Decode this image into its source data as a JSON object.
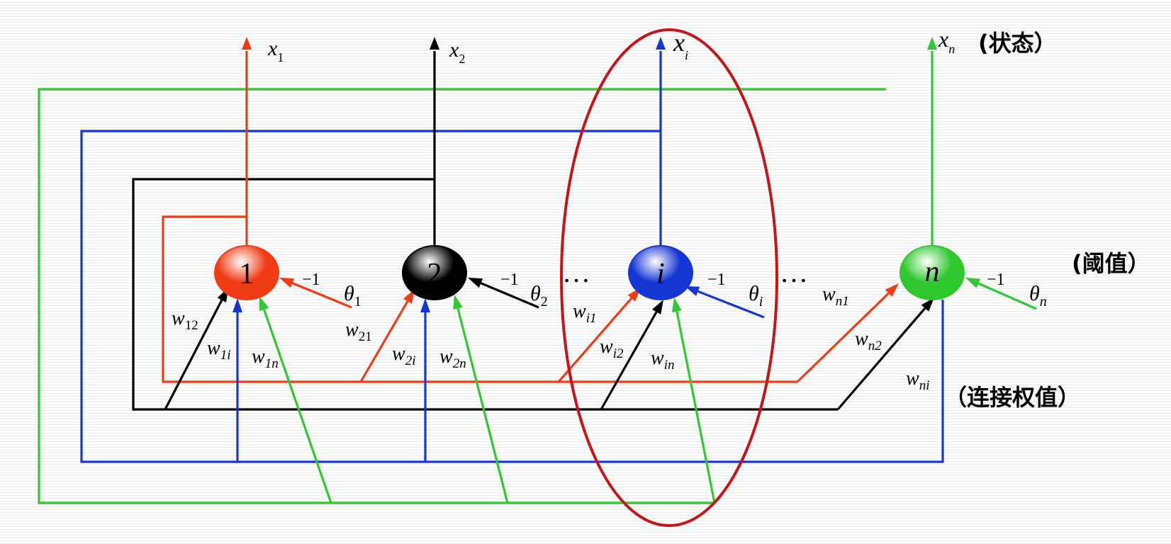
{
  "colors": {
    "neuron_1": "#f03c14",
    "neuron_2": "#000000",
    "neuron_i": "#1436d2",
    "neuron_n": "#2fc82f",
    "highlight_ellipse": "#c81414"
  },
  "neurons": [
    {
      "key": "n1",
      "label": "1",
      "output_sym": "x",
      "output_sub": "1",
      "theta_sym": "θ",
      "theta_sub": "1",
      "bias": "−1"
    },
    {
      "key": "n2",
      "label": "2",
      "output_sym": "x",
      "output_sub": "2",
      "theta_sym": "θ",
      "theta_sub": "2",
      "bias": "−1"
    },
    {
      "key": "ni",
      "label": "i",
      "output_sym": "x",
      "output_sub": "i",
      "theta_sym": "θ",
      "theta_sub": "i",
      "bias": "−1"
    },
    {
      "key": "nn",
      "label": "n",
      "output_sym": "x",
      "output_sub": "n",
      "theta_sym": "θ",
      "theta_sub": "n",
      "bias": "−1"
    }
  ],
  "ellipsis": "…",
  "weights": [
    {
      "sym": "w",
      "sub": "12"
    },
    {
      "sym": "w",
      "sub": "1i"
    },
    {
      "sym": "w",
      "sub": "1n"
    },
    {
      "sym": "w",
      "sub": "21"
    },
    {
      "sym": "w",
      "sub": "2i"
    },
    {
      "sym": "w",
      "sub": "2n"
    },
    {
      "sym": "w",
      "sub": "i1"
    },
    {
      "sym": "w",
      "sub": "i2"
    },
    {
      "sym": "w",
      "sub": "in"
    },
    {
      "sym": "w",
      "sub": "n1"
    },
    {
      "sym": "w",
      "sub": "n2"
    },
    {
      "sym": "w",
      "sub": "ni"
    }
  ],
  "annotations": {
    "state": "(状态）",
    "threshold": "(阈值）",
    "connection_weights": "（连接权值）"
  }
}
